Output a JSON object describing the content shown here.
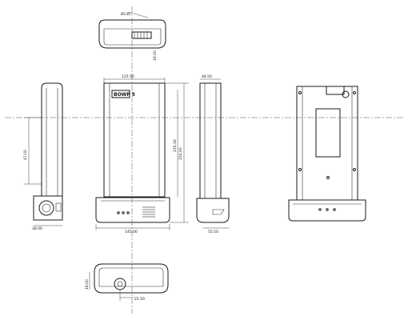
{
  "dimensions": {
    "top_width": "Ø130",
    "top_depth": "16.00",
    "front_width": "125.50",
    "front_height": "250.00",
    "front_height_inner": "235.16",
    "front_base_width": "145.00",
    "side_left_depth": "47.00",
    "side_left_base": "38.00",
    "side_right_width": "48.50",
    "side_right_base": "55.50",
    "bottom_height": "16.00",
    "bottom_offset": "25.50"
  },
  "labels": {
    "front_badge": "BOWP 5"
  },
  "colors": {
    "line": "#1a1a1a",
    "background": "#ffffff"
  }
}
